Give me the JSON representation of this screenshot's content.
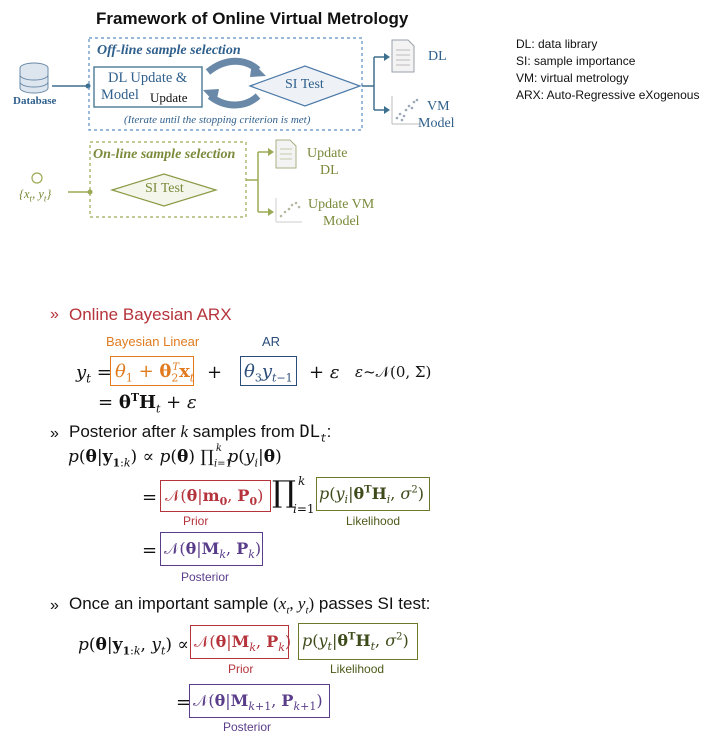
{
  "framework": {
    "title": "Framework of Online Virtual Metrology",
    "database_label": "Database",
    "offline_title": "Off-line sample selection",
    "dl_update_line1": "DL Update &",
    "dl_update_line2": "Model",
    "dl_update_line3": "Update",
    "si_test_offline": "SI Test",
    "iterate_note": "(Iterate until the stopping criterion is met)",
    "dl_output": "DL",
    "vm_model_output_line1": "VM",
    "vm_model_output_line2": "Model",
    "xy_input": "{x",
    "online_title": "On-line sample selection",
    "si_test_online": "SI Test",
    "update_dl_line1": "Update",
    "update_dl_line2": "DL",
    "update_vm_line1": "Update VM",
    "update_vm_line2": "Model"
  },
  "legend": [
    "DL: data library",
    "SI: sample importance",
    "VM: virtual metrology",
    "ARX: Auto-Regressive eXogenous"
  ],
  "section1": {
    "bullet": "»",
    "title": "Online Bayesian ARX",
    "bayesian_label": "Bayesian Linear",
    "ar_label": "AR"
  },
  "section2": {
    "bullet": "»",
    "text_prefix": "Posterior after ",
    "text_k": "k",
    "text_mid": " samples from ",
    "prior_label": "Prior",
    "likelihood_label": "Likelihood",
    "posterior_label": "Posterior"
  },
  "section3": {
    "bullet": "»",
    "text_prefix": "Once an important sample ",
    "text_suffix": " passes SI test:",
    "prior_label": "Prior",
    "likelihood_label": "Likelihood",
    "posterior_label": "Posterior"
  },
  "colors": {
    "blue_dashed": "#5a8cc2",
    "green_dashed": "#9aaa55",
    "prior_red": "#b5333b",
    "likelihood_green": "#6b7a2a",
    "posterior_purple": "#5a3d8a",
    "orange": "#e07b1f",
    "ar_navy": "#2a4d7a"
  }
}
